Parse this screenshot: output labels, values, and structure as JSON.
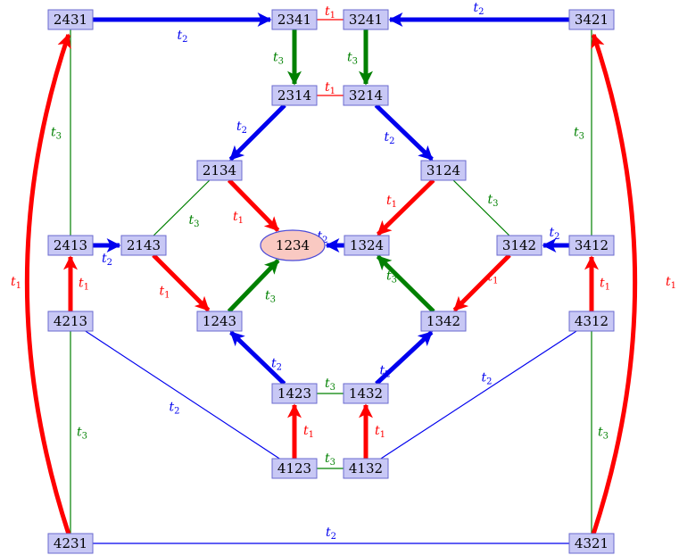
{
  "colors": {
    "t1": "#ff0000",
    "t2": "#0000ee",
    "t3": "#008000"
  },
  "nodes": [
    {
      "id": "2431",
      "label": "2431"
    },
    {
      "id": "2341",
      "label": "2341"
    },
    {
      "id": "3241",
      "label": "3241"
    },
    {
      "id": "3421",
      "label": "3421"
    },
    {
      "id": "2314",
      "label": "2314"
    },
    {
      "id": "3214",
      "label": "3214"
    },
    {
      "id": "2134",
      "label": "2134"
    },
    {
      "id": "3124",
      "label": "3124"
    },
    {
      "id": "2413",
      "label": "2413"
    },
    {
      "id": "2143",
      "label": "2143"
    },
    {
      "id": "1234",
      "label": "1234"
    },
    {
      "id": "1324",
      "label": "1324"
    },
    {
      "id": "3142",
      "label": "3142"
    },
    {
      "id": "3412",
      "label": "3412"
    },
    {
      "id": "4213",
      "label": "4213"
    },
    {
      "id": "1243",
      "label": "1243"
    },
    {
      "id": "1342",
      "label": "1342"
    },
    {
      "id": "4312",
      "label": "4312"
    },
    {
      "id": "1423",
      "label": "1423"
    },
    {
      "id": "1432",
      "label": "1432"
    },
    {
      "id": "4123",
      "label": "4123"
    },
    {
      "id": "4132",
      "label": "4132"
    },
    {
      "id": "4231",
      "label": "4231"
    },
    {
      "id": "4321",
      "label": "4321"
    }
  ],
  "edges": [
    {
      "from": "2431",
      "to": "2341",
      "gen": "t2",
      "directed": true,
      "label": "t2"
    },
    {
      "from": "3421",
      "to": "3241",
      "gen": "t2",
      "directed": true,
      "label": "t2"
    },
    {
      "from": "2341",
      "to": "3241",
      "gen": "t1",
      "directed": false,
      "label": "t1"
    },
    {
      "from": "2341",
      "to": "2314",
      "gen": "t3",
      "directed": true,
      "label": "t3"
    },
    {
      "from": "3241",
      "to": "3214",
      "gen": "t3",
      "directed": true,
      "label": "t3"
    },
    {
      "from": "2314",
      "to": "3214",
      "gen": "t1",
      "directed": false,
      "label": "t1"
    },
    {
      "from": "2314",
      "to": "2134",
      "gen": "t2",
      "directed": true,
      "label": "t2"
    },
    {
      "from": "3214",
      "to": "3124",
      "gen": "t2",
      "directed": true,
      "label": "t2"
    },
    {
      "from": "2134",
      "to": "1234",
      "gen": "t1",
      "directed": true,
      "label": "t1"
    },
    {
      "from": "3124",
      "to": "1324",
      "gen": "t1",
      "directed": true,
      "label": "t1"
    },
    {
      "from": "2134",
      "to": "2143",
      "gen": "t3",
      "directed": false,
      "label": "t3"
    },
    {
      "from": "3124",
      "to": "3142",
      "gen": "t3",
      "directed": false,
      "label": "t3"
    },
    {
      "from": "2413",
      "to": "2143",
      "gen": "t2",
      "directed": true,
      "label": "t2"
    },
    {
      "from": "3412",
      "to": "3142",
      "gen": "t2",
      "directed": true,
      "label": "t2"
    },
    {
      "from": "1324",
      "to": "1234",
      "gen": "t2",
      "directed": true,
      "label": "t2"
    },
    {
      "from": "2143",
      "to": "1243",
      "gen": "t1",
      "directed": true,
      "label": "t1"
    },
    {
      "from": "3142",
      "to": "1342",
      "gen": "t1",
      "directed": true,
      "label": "t1"
    },
    {
      "from": "1243",
      "to": "1234",
      "gen": "t3",
      "directed": true,
      "label": "t3"
    },
    {
      "from": "1342",
      "to": "1324",
      "gen": "t3",
      "directed": true,
      "label": "t3"
    },
    {
      "from": "4213",
      "to": "2413",
      "gen": "t1",
      "directed": true,
      "label": "t1"
    },
    {
      "from": "4312",
      "to": "3412",
      "gen": "t1",
      "directed": true,
      "label": "t1"
    },
    {
      "from": "2431",
      "to": "2413",
      "gen": "t3",
      "directed": false,
      "label": "t3"
    },
    {
      "from": "3421",
      "to": "3412",
      "gen": "t3",
      "directed": false,
      "label": "t3"
    },
    {
      "from": "1423",
      "to": "1243",
      "gen": "t2",
      "directed": true,
      "label": "t2"
    },
    {
      "from": "1432",
      "to": "1342",
      "gen": "t2",
      "directed": true,
      "label": "t2"
    },
    {
      "from": "1423",
      "to": "1432",
      "gen": "t3",
      "directed": false,
      "label": "t3"
    },
    {
      "from": "4123",
      "to": "1423",
      "gen": "t1",
      "directed": true,
      "label": "t1"
    },
    {
      "from": "4132",
      "to": "1432",
      "gen": "t1",
      "directed": true,
      "label": "t1"
    },
    {
      "from": "4123",
      "to": "4132",
      "gen": "t3",
      "directed": false,
      "label": "t3"
    },
    {
      "from": "4213",
      "to": "4123",
      "gen": "t2",
      "directed": false,
      "label": "t2"
    },
    {
      "from": "4312",
      "to": "4132",
      "gen": "t2",
      "directed": false,
      "label": "t2"
    },
    {
      "from": "4213",
      "to": "4231",
      "gen": "t3",
      "directed": false,
      "label": "t3"
    },
    {
      "from": "4312",
      "to": "4321",
      "gen": "t3",
      "directed": false,
      "label": "t3"
    },
    {
      "from": "4231",
      "to": "4321",
      "gen": "t2",
      "directed": false,
      "label": "t2"
    },
    {
      "from": "4231",
      "to": "2431",
      "gen": "t1",
      "directed": true,
      "curved": true,
      "label": "t1"
    },
    {
      "from": "4321",
      "to": "3421",
      "gen": "t1",
      "directed": true,
      "curved": true,
      "label": "t1"
    }
  ]
}
